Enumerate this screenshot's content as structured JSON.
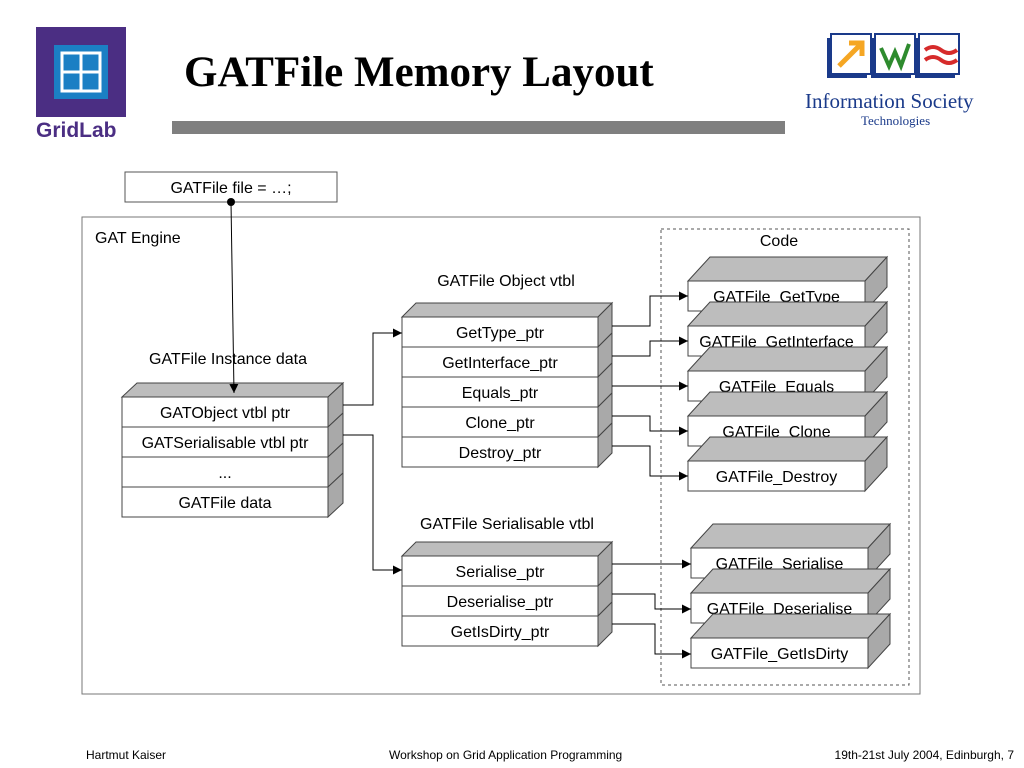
{
  "slide": {
    "title": "GATFile Memory Layout",
    "footer": {
      "left": "Hartmut Kaiser",
      "center": "Workshop on Grid Application Programming",
      "right": "19th-21st July 2004, Edinburgh, 7"
    }
  },
  "logos": {
    "gridlab": {
      "text": "GridLab",
      "color": "#4b2e83",
      "accent": "#1b7fc4"
    },
    "ist": {
      "line1": "Information Society",
      "line2": "Technologies",
      "color": "#1a3a8a"
    }
  },
  "diagram": {
    "code_decl": "GATFile file = …;",
    "engine_label": "GAT Engine",
    "code_label": "Code",
    "instance": {
      "title": "GATFile Instance data",
      "rows": [
        "GATObject vtbl ptr",
        "GATSerialisable vtbl ptr",
        "...",
        "GATFile data"
      ]
    },
    "object_vtbl": {
      "title": "GATFile Object vtbl",
      "rows": [
        "GetType_ptr",
        "GetInterface_ptr",
        "Equals_ptr",
        "Clone_ptr",
        "Destroy_ptr"
      ]
    },
    "serial_vtbl": {
      "title": "GATFile Serialisable vtbl",
      "rows": [
        "Serialise_ptr",
        "Deserialise_ptr",
        "GetIsDirty_ptr"
      ]
    },
    "code_funcs": [
      "GATFile_GetType",
      "GATFile_GetInterface",
      "GATFile_Equals",
      "GATFile_Clone",
      "GATFile_Destroy"
    ],
    "code_serial_funcs": [
      "GATFile_Serialise",
      "GATFile_Deserialise",
      "GATFile_GetIsDirty"
    ]
  }
}
